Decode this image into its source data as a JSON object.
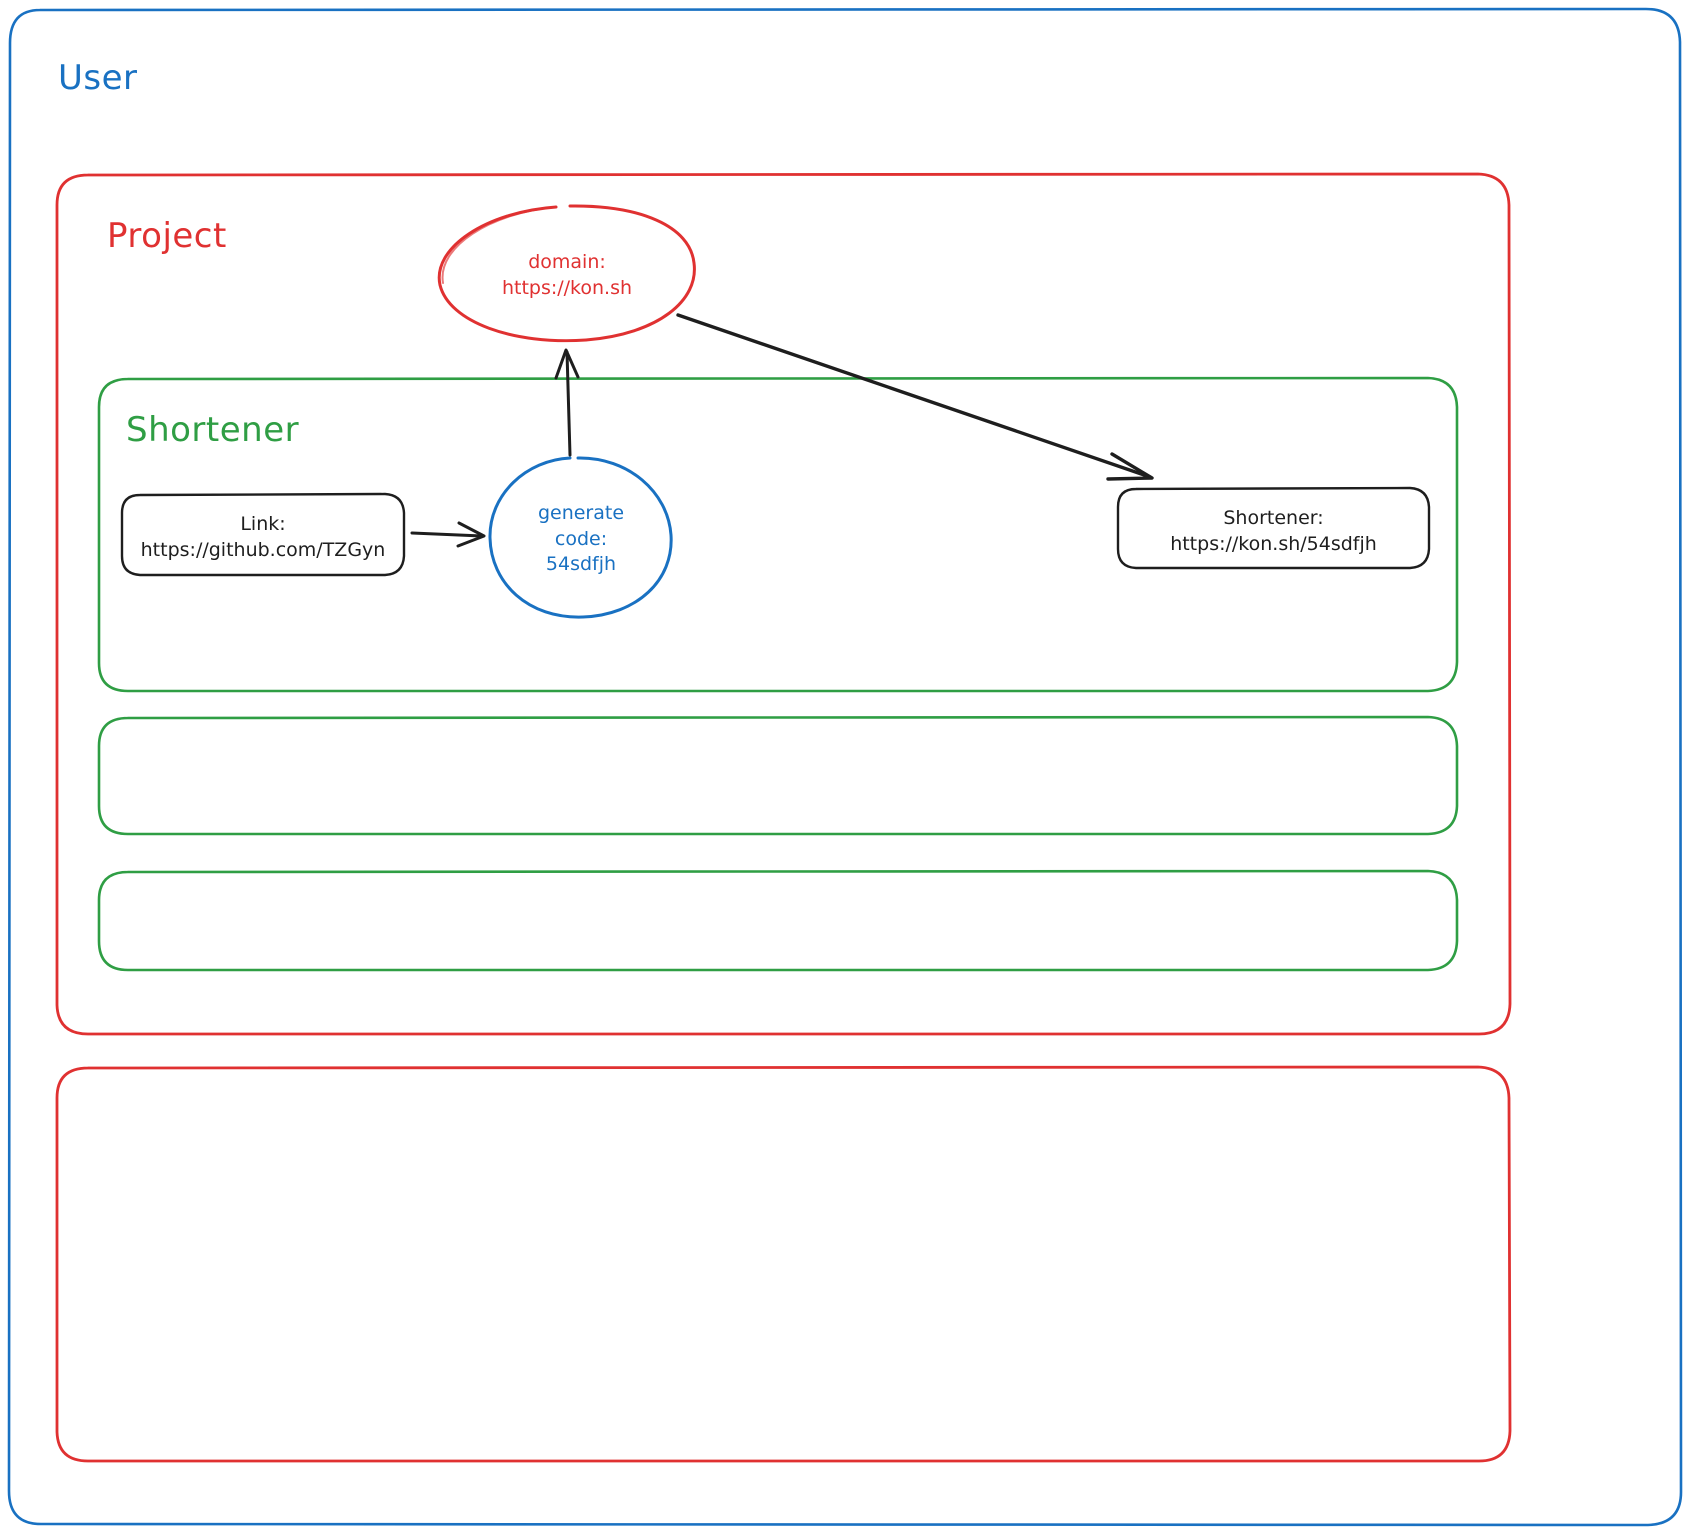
{
  "diagram": {
    "type": "architecture-sketch",
    "style": "hand-drawn",
    "colors": {
      "user_boundary": "#1971c2",
      "project_boundary": "#e03131",
      "shortener_boundary": "#2f9e44",
      "node_stroke": "#1e1e1e",
      "arrow": "#1e1e1e",
      "background": "#ffffff"
    },
    "boundaries": {
      "user": {
        "label": "User",
        "color": "#1971c2"
      },
      "project": {
        "label": "Project",
        "color": "#e03131"
      },
      "shortener": {
        "label": "Shortener",
        "color": "#2f9e44"
      },
      "project_empty": {
        "label": "",
        "color": "#e03131"
      },
      "shortener_empty_1": {
        "label": "",
        "color": "#2f9e44"
      },
      "shortener_empty_2": {
        "label": "",
        "color": "#2f9e44"
      }
    },
    "nodes": {
      "domain": {
        "shape": "ellipse",
        "color": "#e03131",
        "lines": [
          "domain:",
          "https://kon.sh"
        ]
      },
      "link": {
        "shape": "rounded-rect",
        "color": "#1e1e1e",
        "lines": [
          "Link:",
          "https://github.com/TZGyn"
        ]
      },
      "generate_code": {
        "shape": "circle",
        "color": "#1971c2",
        "lines": [
          "generate",
          "code:",
          "54sdfjh"
        ]
      },
      "shortener_url": {
        "shape": "rounded-rect",
        "color": "#1e1e1e",
        "lines": [
          "Shortener:",
          "https://kon.sh/54sdfjh"
        ]
      }
    },
    "arrows": [
      {
        "name": "link-to-generate-code",
        "from": "link",
        "to": "generate_code",
        "label": ""
      },
      {
        "name": "generate-code-to-domain",
        "from": "generate_code",
        "to": "domain",
        "label": ""
      },
      {
        "name": "domain-to-shortener-url",
        "from": "domain",
        "to": "shortener_url",
        "label": ""
      }
    ]
  }
}
